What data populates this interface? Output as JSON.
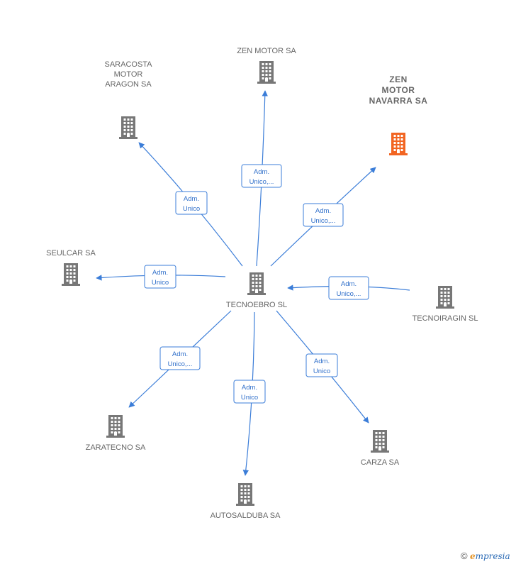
{
  "center": {
    "id": "tecnoebro",
    "label": [
      "TECNOEBRO SL"
    ],
    "color": "#777777"
  },
  "nodes": [
    {
      "id": "zen-motor",
      "label": [
        "ZEN MOTOR SA"
      ],
      "color": "#777777"
    },
    {
      "id": "saracosta",
      "label": [
        "SARACOSTA",
        "MOTOR",
        "ARAGON SA"
      ],
      "color": "#777777"
    },
    {
      "id": "zen-navarra",
      "label": [
        "ZEN",
        "MOTOR",
        "NAVARRA SA"
      ],
      "color": "#f26522",
      "highlight": true
    },
    {
      "id": "seulcar",
      "label": [
        "SEULCAR SA"
      ],
      "color": "#777777"
    },
    {
      "id": "tecnoiragin",
      "label": [
        "TECNOIRAGIN SL"
      ],
      "color": "#777777"
    },
    {
      "id": "zaratecno",
      "label": [
        "ZARATECNO SA"
      ],
      "color": "#777777"
    },
    {
      "id": "autosalduba",
      "label": [
        "AUTOSALDUBA SA"
      ],
      "color": "#777777"
    },
    {
      "id": "carza",
      "label": [
        "CARZA SA"
      ],
      "color": "#777777"
    }
  ],
  "edges": [
    {
      "from": "tecnoebro",
      "to": "zen-motor",
      "label": [
        "Adm.",
        "Unico,..."
      ]
    },
    {
      "from": "tecnoebro",
      "to": "saracosta",
      "label": [
        "Adm.",
        "Unico"
      ]
    },
    {
      "from": "tecnoebro",
      "to": "zen-navarra",
      "label": [
        "Adm.",
        "Unico,..."
      ]
    },
    {
      "from": "tecnoebro",
      "to": "seulcar",
      "label": [
        "Adm.",
        "Unico"
      ]
    },
    {
      "from": "tecnoiragin",
      "to": "tecnoebro",
      "label": [
        "Adm.",
        "Unico,..."
      ]
    },
    {
      "from": "tecnoebro",
      "to": "zaratecno",
      "label": [
        "Adm.",
        "Unico,..."
      ]
    },
    {
      "from": "tecnoebro",
      "to": "autosalduba",
      "label": [
        "Adm.",
        "Unico"
      ]
    },
    {
      "from": "tecnoebro",
      "to": "carza",
      "label": [
        "Adm.",
        "Unico"
      ]
    }
  ],
  "colors": {
    "edge": "#3b7dd8",
    "node": "#777777",
    "highlight": "#f26522"
  },
  "brand": {
    "copyright": "©",
    "initial": "e",
    "rest": "mpresia"
  }
}
